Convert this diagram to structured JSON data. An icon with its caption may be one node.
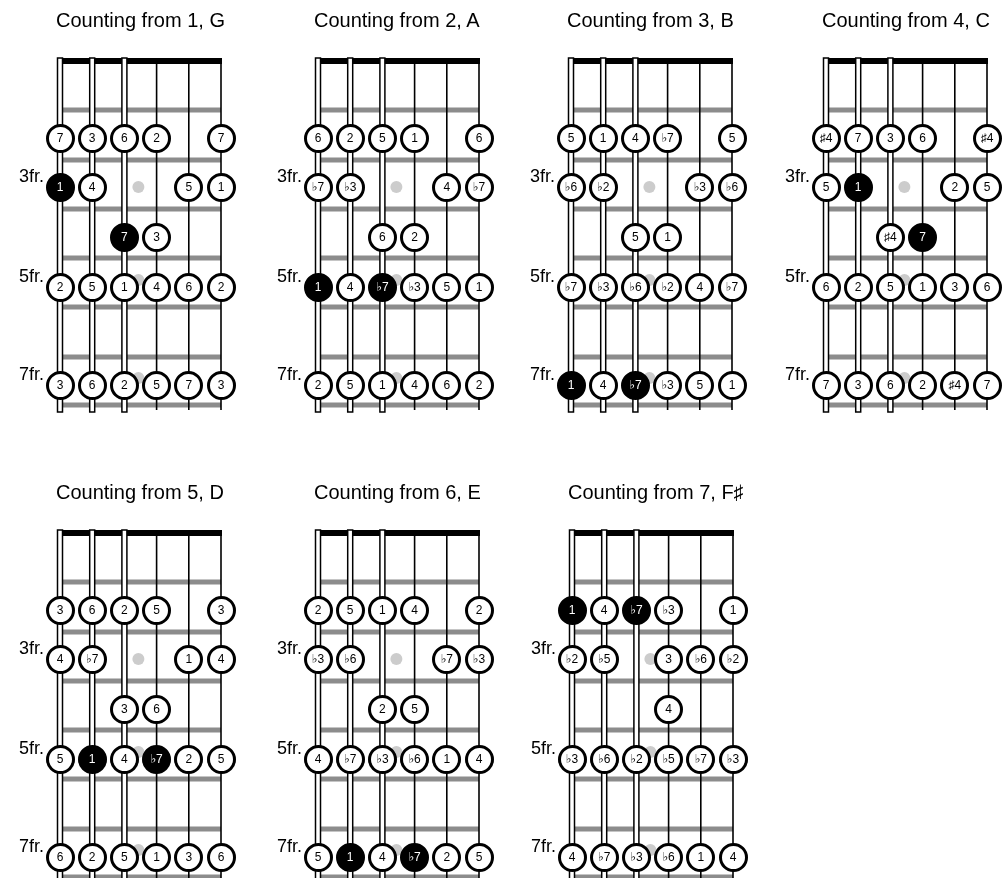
{
  "diagram": {
    "nodes": [
      {
        "text": [
          "Counting from 1, G"
        ]
      },
      {
        "text": [
          "7"
        ],
        "in": 0
      },
      {
        "text": [
          "3"
        ],
        "in": 0
      },
      {
        "text": [
          "6"
        ],
        "in": 0
      },
      {
        "text": [
          "2"
        ],
        "in": 0
      },
      {
        "text": [
          "7"
        ],
        "in": 0
      },
      {
        "text": [
          "1"
        ],
        "in": 0
      },
      {
        "text": [
          "4"
        ],
        "in": 0
      },
      {
        "text": [
          "5"
        ],
        "in": 0
      },
      {
        "text": [
          "1"
        ],
        "in": 0
      },
      {
        "text": [
          "7"
        ],
        "in": 0
      },
      {
        "text": [
          "3"
        ],
        "in": 0
      },
      {
        "text": [
          "2"
        ],
        "in": 0
      },
      {
        "text": [
          "5"
        ],
        "in": 0
      },
      {
        "text": [
          "1"
        ],
        "in": 0
      },
      {
        "text": [
          "4"
        ],
        "in": 0
      },
      {
        "text": [
          "6"
        ],
        "in": 0
      },
      {
        "text": [
          "2"
        ],
        "in": 0
      },
      {
        "text": [
          "3"
        ],
        "in": 0
      },
      {
        "text": [
          "6"
        ],
        "in": 0
      },
      {
        "text": [
          "2"
        ],
        "in": 0
      },
      {
        "text": [
          "5"
        ],
        "in": 0
      },
      {
        "text": [
          "7"
        ],
        "in": 0
      },
      {
        "text": [
          "3"
        ],
        "in": 0
      },
      {
        "text": [
          "Counting from 2, A"
        ]
      },
      {
        "text": [
          "6"
        ],
        "in": 24
      },
      {
        "text": [
          "2"
        ],
        "in": 24
      },
      {
        "text": [
          "5"
        ],
        "in": 24
      },
      {
        "text": [
          "1"
        ],
        "in": 24
      },
      {
        "text": [
          "6"
        ],
        "in": 24
      },
      {
        "text": [
          "♭7"
        ],
        "in": 24
      },
      {
        "text": [
          "♭3"
        ],
        "in": 24
      },
      {
        "text": [
          "4"
        ],
        "in": 24
      },
      {
        "text": [
          "♭7"
        ],
        "in": 24
      },
      {
        "text": [
          "6"
        ],
        "in": 24
      },
      {
        "text": [
          "2"
        ],
        "in": 24
      },
      {
        "text": [
          "1"
        ],
        "in": 24
      },
      {
        "text": [
          "4"
        ],
        "in": 24
      },
      {
        "text": [
          "♭7"
        ],
        "in": 24
      },
      {
        "text": [
          "♭3"
        ],
        "in": 24
      },
      {
        "text": [
          "5"
        ],
        "in": 24
      },
      {
        "text": [
          "1"
        ],
        "in": 24
      },
      {
        "text": [
          "2"
        ],
        "in": 24
      },
      {
        "text": [
          "5"
        ],
        "in": 24
      },
      {
        "text": [
          "1"
        ],
        "in": 24
      },
      {
        "text": [
          "4"
        ],
        "in": 24
      },
      {
        "text": [
          "6"
        ],
        "in": 24
      },
      {
        "text": [
          "2"
        ],
        "in": 24
      },
      {
        "text": [
          "Counting from 3, B"
        ]
      },
      {
        "text": [
          "5"
        ],
        "in": 48
      },
      {
        "text": [
          "1"
        ],
        "in": 48
      },
      {
        "text": [
          "4"
        ],
        "in": 48
      },
      {
        "text": [
          "♭7"
        ],
        "in": 48
      },
      {
        "text": [
          "5"
        ],
        "in": 48
      },
      {
        "text": [
          "♭6"
        ],
        "in": 48
      },
      {
        "text": [
          "♭2"
        ],
        "in": 48
      },
      {
        "text": [
          "♭3"
        ],
        "in": 48
      },
      {
        "text": [
          "♭6"
        ],
        "in": 48
      },
      {
        "text": [
          "5"
        ],
        "in": 48
      },
      {
        "text": [
          "1"
        ],
        "in": 48
      },
      {
        "text": [
          "♭7"
        ],
        "in": 48
      },
      {
        "text": [
          "♭3"
        ],
        "in": 48
      },
      {
        "text": [
          "♭6"
        ],
        "in": 48
      },
      {
        "text": [
          "♭2"
        ],
        "in": 48
      },
      {
        "text": [
          "4"
        ],
        "in": 48
      },
      {
        "text": [
          "♭7"
        ],
        "in": 48
      },
      {
        "text": [
          "1"
        ],
        "in": 48
      },
      {
        "text": [
          "4"
        ],
        "in": 48
      },
      {
        "text": [
          "♭7"
        ],
        "in": 48
      },
      {
        "text": [
          "♭3"
        ],
        "in": 48
      },
      {
        "text": [
          "5"
        ],
        "in": 48
      },
      {
        "text": [
          "1"
        ],
        "in": 48
      },
      {
        "text": [
          "Counting from 4, C"
        ]
      },
      {
        "text": [
          "♯4"
        ],
        "in": 72
      },
      {
        "text": [
          "7"
        ],
        "in": 72
      },
      {
        "text": [
          "3"
        ],
        "in": 72
      },
      {
        "text": [
          "6"
        ],
        "in": 72
      },
      {
        "text": [
          "♯4"
        ],
        "in": 72
      },
      {
        "text": [
          "5"
        ],
        "in": 72
      },
      {
        "text": [
          "1"
        ],
        "in": 72
      },
      {
        "text": [
          "2"
        ],
        "in": 72
      },
      {
        "text": [
          "5"
        ],
        "in": 72
      },
      {
        "text": [
          "♯4"
        ],
        "in": 72
      },
      {
        "text": [
          "7"
        ],
        "in": 72
      },
      {
        "text": [
          "6"
        ],
        "in": 72
      },
      {
        "text": [
          "2"
        ],
        "in": 72
      },
      {
        "text": [
          "5"
        ],
        "in": 72
      },
      {
        "text": [
          "1"
        ],
        "in": 72
      },
      {
        "text": [
          "3"
        ],
        "in": 72
      },
      {
        "text": [
          "6"
        ],
        "in": 72
      },
      {
        "text": [
          "7"
        ],
        "in": 72
      },
      {
        "text": [
          "3"
        ],
        "in": 72
      },
      {
        "text": [
          "6"
        ],
        "in": 72
      },
      {
        "text": [
          "2"
        ],
        "in": 72
      },
      {
        "text": [
          "♯4"
        ],
        "in": 72
      },
      {
        "text": [
          "7"
        ],
        "in": 72
      },
      {
        "text": [
          "Counting from 5, D"
        ]
      },
      {
        "text": [
          "3"
        ],
        "in": 96
      },
      {
        "text": [
          "6"
        ],
        "in": 96
      },
      {
        "text": [
          "2"
        ],
        "in": 96
      },
      {
        "text": [
          "5"
        ],
        "in": 96
      },
      {
        "text": [
          "3"
        ],
        "in": 96
      },
      {
        "text": [
          "4"
        ],
        "in": 96
      },
      {
        "text": [
          "♭7"
        ],
        "in": 96
      },
      {
        "text": [
          "1"
        ],
        "in": 96
      },
      {
        "text": [
          "4"
        ],
        "in": 96
      },
      {
        "text": [
          "3"
        ],
        "in": 96
      },
      {
        "text": [
          "6"
        ],
        "in": 96
      },
      {
        "text": [
          "5"
        ],
        "in": 96
      },
      {
        "text": [
          "1"
        ],
        "in": 96
      },
      {
        "text": [
          "4"
        ],
        "in": 96
      },
      {
        "text": [
          "♭7"
        ],
        "in": 96
      },
      {
        "text": [
          "2"
        ],
        "in": 96
      },
      {
        "text": [
          "5"
        ],
        "in": 96
      },
      {
        "text": [
          "6"
        ],
        "in": 96
      },
      {
        "text": [
          "2"
        ],
        "in": 96
      },
      {
        "text": [
          "5"
        ],
        "in": 96
      },
      {
        "text": [
          "1"
        ],
        "in": 96
      },
      {
        "text": [
          "3"
        ],
        "in": 96
      },
      {
        "text": [
          "6"
        ],
        "in": 96
      },
      {
        "text": [
          "Counting from 6, E"
        ]
      },
      {
        "text": [
          "2"
        ],
        "in": 120
      },
      {
        "text": [
          "5"
        ],
        "in": 120
      },
      {
        "text": [
          "1"
        ],
        "in": 120
      },
      {
        "text": [
          "4"
        ],
        "in": 120
      },
      {
        "text": [
          "2"
        ],
        "in": 120
      },
      {
        "text": [
          "♭3"
        ],
        "in": 120
      },
      {
        "text": [
          "♭6"
        ],
        "in": 120
      },
      {
        "text": [
          "♭7"
        ],
        "in": 120
      },
      {
        "text": [
          "♭3"
        ],
        "in": 120
      },
      {
        "text": [
          "2"
        ],
        "in": 120
      },
      {
        "text": [
          "5"
        ],
        "in": 120
      },
      {
        "text": [
          "4"
        ],
        "in": 120
      },
      {
        "text": [
          "♭7"
        ],
        "in": 120
      },
      {
        "text": [
          "♭3"
        ],
        "in": 120
      },
      {
        "text": [
          "♭6"
        ],
        "in": 120
      },
      {
        "text": [
          "1"
        ],
        "in": 120
      },
      {
        "text": [
          "4"
        ],
        "in": 120
      },
      {
        "text": [
          "5"
        ],
        "in": 120
      },
      {
        "text": [
          "1"
        ],
        "in": 120
      },
      {
        "text": [
          "4"
        ],
        "in": 120
      },
      {
        "text": [
          "♭7"
        ],
        "in": 120
      },
      {
        "text": [
          "2"
        ],
        "in": 120
      },
      {
        "text": [
          "5"
        ],
        "in": 120
      },
      {
        "text": [
          "Counting from 7, F♯"
        ]
      },
      {
        "text": [
          "1"
        ],
        "in": 144
      },
      {
        "text": [
          "4"
        ],
        "in": 144
      },
      {
        "text": [
          "♭7"
        ],
        "in": 144
      },
      {
        "text": [
          "♭3"
        ],
        "in": 144
      },
      {
        "text": [
          "1"
        ],
        "in": 144
      },
      {
        "text": [
          "♭2"
        ],
        "in": 144
      },
      {
        "text": [
          "♭5"
        ],
        "in": 144
      },
      {
        "text": [
          "3"
        ],
        "in": 144
      },
      {
        "text": [
          "♭6"
        ],
        "in": 144
      },
      {
        "text": [
          "♭2"
        ],
        "in": 144
      },
      {
        "text": [
          "4"
        ],
        "in": 144
      },
      {
        "text": [
          "♭3"
        ],
        "in": 144
      },
      {
        "text": [
          "♭6"
        ],
        "in": 144
      },
      {
        "text": [
          "♭2"
        ],
        "in": 144
      },
      {
        "text": [
          "♭5"
        ],
        "in": 144
      },
      {
        "text": [
          "♭7"
        ],
        "in": 144
      },
      {
        "text": [
          "♭3"
        ],
        "in": 144
      },
      {
        "text": [
          "4"
        ],
        "in": 144
      },
      {
        "text": [
          "♭7"
        ],
        "in": 144
      },
      {
        "text": [
          "♭3"
        ],
        "in": 144
      },
      {
        "text": [
          "♭6"
        ],
        "in": 144
      },
      {
        "text": [
          "1"
        ],
        "in": 144
      },
      {
        "text": [
          "4"
        ],
        "in": 144
      }
    ],
    "labels": [
      "3fr.",
      "5fr.",
      "7fr.",
      "3fr.",
      "5fr.",
      "7fr.",
      "3fr.",
      "5fr.",
      "7fr.",
      "3fr.",
      "5fr.",
      "7fr.",
      "3fr.",
      "5fr.",
      "7fr.",
      "3fr.",
      "5fr.",
      "7fr.",
      "3fr.",
      "5fr.",
      "7fr."
    ]
  }
}
